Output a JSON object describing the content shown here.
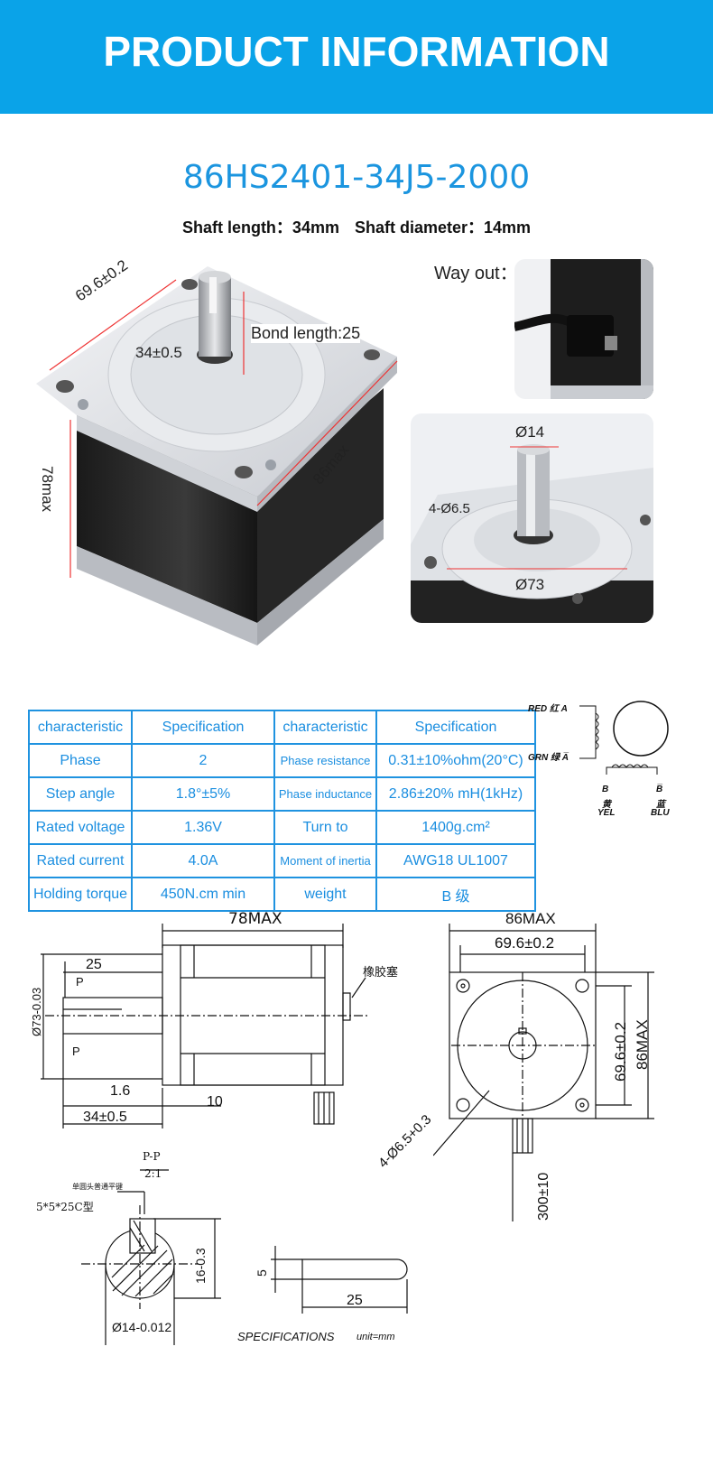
{
  "banner": {
    "title": "PRODUCT INFORMATION"
  },
  "model": "86HS2401-34J5-2000",
  "shaft_info": {
    "length_label": "Shaft length：34mm",
    "diameter_label": "Shaft diameter：14mm"
  },
  "main_photo": {
    "dim_width": "69.6±0.2",
    "dim_shaft_dia": "34±0.5",
    "dim_bond": "Bond length:25",
    "dim_length": "78max",
    "dim_body": "86max"
  },
  "way_out": {
    "label": "Way out："
  },
  "detail_photo": {
    "dim_shaft": "Ø14",
    "dim_holes": "4-Ø6.5",
    "dim_flange": "Ø73"
  },
  "spec_table": {
    "rows": [
      [
        "characteristic",
        "Specification",
        "characteristic",
        "Specification"
      ],
      [
        "Phase",
        "2",
        "Phase resistance",
        "0.31±10%ohm(20°C)"
      ],
      [
        "Step angle",
        "1.8°±5%",
        "Phase inductance",
        "2.86±20% mH(1kHz)"
      ],
      [
        "Rated voltage",
        "1.36V",
        "Turn to",
        "1400g.cm²"
      ],
      [
        "Rated current",
        "4.0A",
        "Moment of inertia",
        "AWG18 UL1007"
      ],
      [
        "Holding torque",
        "450N.cm  min",
        "weight",
        "B 级"
      ]
    ]
  },
  "wiring": {
    "red": "RED 红  A",
    "grn": "GRN 绿  A̅",
    "b": "B",
    "b_bar": "B̅",
    "yel_cn": "黄",
    "yel": "YEL",
    "blu_cn": "蓝",
    "blu": "BLU"
  },
  "drawing": {
    "side": {
      "max_len": "78MAX",
      "dia": "Ø73-0.03",
      "shaft_len": "25",
      "p_mark": "P",
      "p_mark2": "P",
      "rubber": "橡胶塞",
      "d1": "1.6",
      "d2": "10",
      "d3": "34±0.5"
    },
    "front": {
      "max_w": "86MAX",
      "hole_pitch": "69.6±0.2",
      "hole_pitch_v": "69.6±0.2",
      "max_h": "86MAX",
      "holes": "4-Ø6.5+0.3",
      "lead": "300±10"
    },
    "section": {
      "title": "P-P",
      "scale": "2:1",
      "key_note": "单圆头普通平键",
      "key_size": "5*5*25C型",
      "dim_16": "16-0.3",
      "dim_14": "Ø14-0.012"
    },
    "key": {
      "h": "5",
      "len": "25"
    },
    "footer": {
      "spec": "SPECIFICATIONS",
      "unit": "unit=mm"
    }
  }
}
